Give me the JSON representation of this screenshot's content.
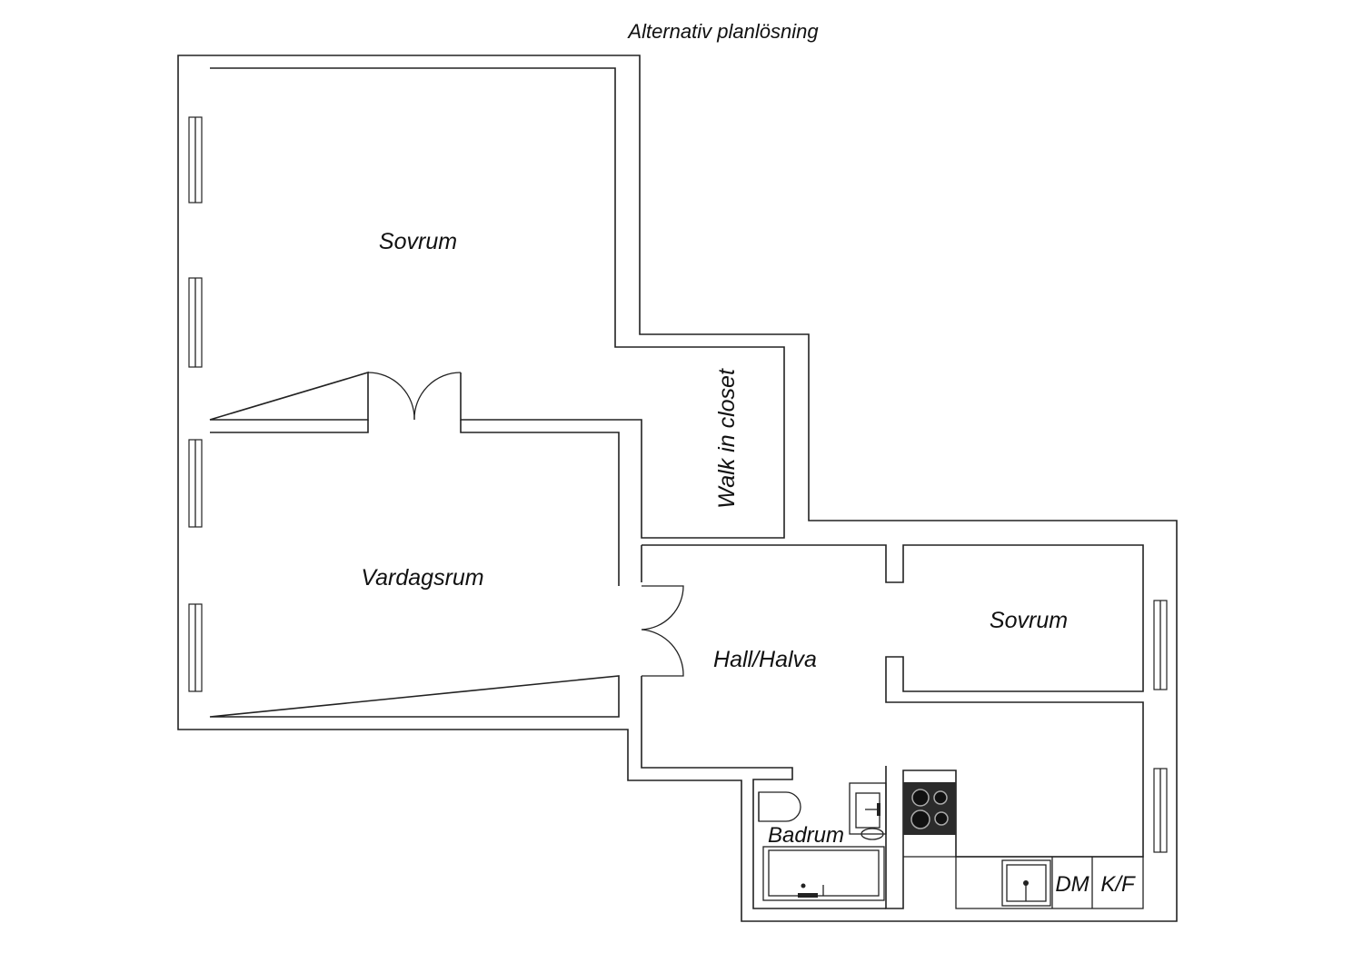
{
  "title": "Alternativ planlösning",
  "rooms": {
    "bedroom_large": "Sovrum",
    "walk_in_closet": "Walk in closet",
    "living_room": "Vardagsrum",
    "hall": "Hall/Halva",
    "bedroom_small": "Sovrum",
    "bathroom": "Badrum",
    "dishwasher": "DM",
    "fridge_freezer": "K/F"
  },
  "icons": [
    "window-icon",
    "door-swing-icon",
    "toilet-icon",
    "sink-icon",
    "bathtub-icon",
    "stove-icon",
    "kitchen-sink-icon"
  ]
}
